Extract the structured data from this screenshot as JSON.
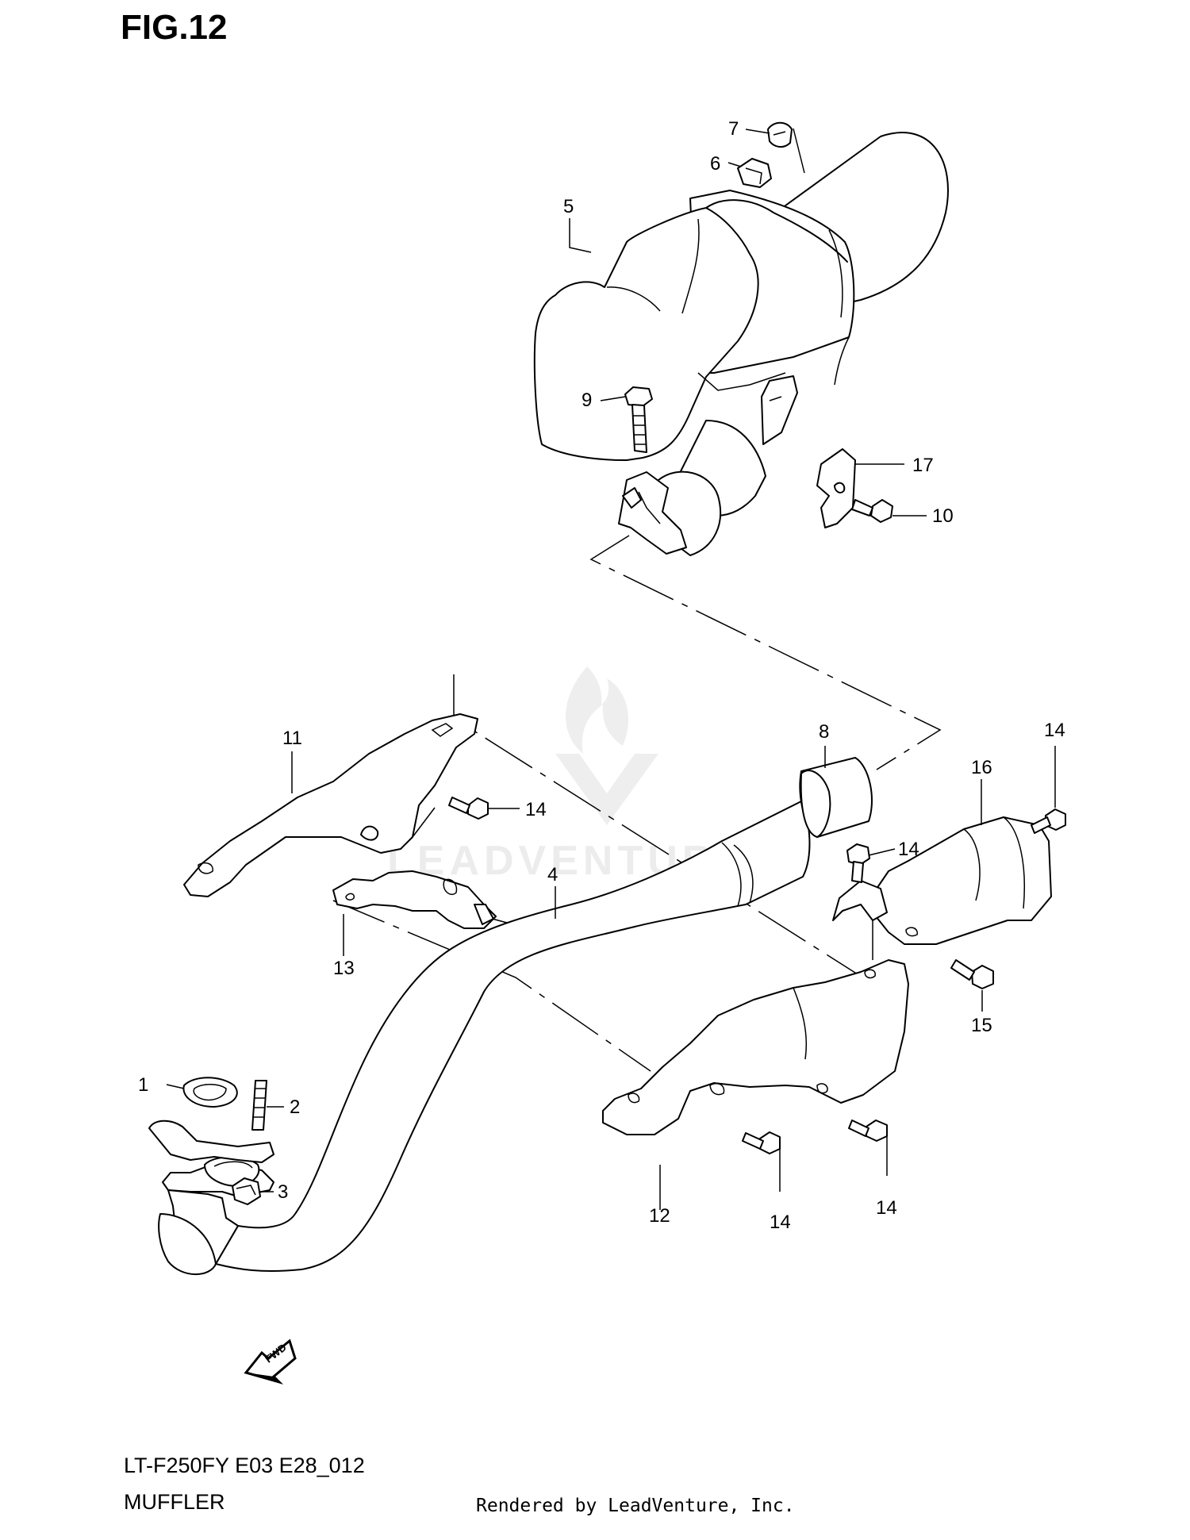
{
  "figure_title": "FIG.12",
  "model_code": "LT-F250FY E03 E28_012",
  "section_name": "MUFFLER",
  "credit": "Rendered by LeadVenture, Inc.",
  "watermark": "LEADVENTURE",
  "fwd_label": "FWD",
  "callouts": [
    {
      "id": "1",
      "label": "1"
    },
    {
      "id": "2",
      "label": "2"
    },
    {
      "id": "3",
      "label": "3"
    },
    {
      "id": "4",
      "label": "4"
    },
    {
      "id": "5",
      "label": "5"
    },
    {
      "id": "6",
      "label": "6"
    },
    {
      "id": "7",
      "label": "7"
    },
    {
      "id": "8",
      "label": "8"
    },
    {
      "id": "9",
      "label": "9"
    },
    {
      "id": "10",
      "label": "10"
    },
    {
      "id": "11",
      "label": "11"
    },
    {
      "id": "12",
      "label": "12"
    },
    {
      "id": "13",
      "label": "13"
    },
    {
      "id": "14a",
      "label": "14"
    },
    {
      "id": "14b",
      "label": "14"
    },
    {
      "id": "14c",
      "label": "14"
    },
    {
      "id": "14d",
      "label": "14"
    },
    {
      "id": "14e",
      "label": "14"
    },
    {
      "id": "15",
      "label": "15"
    },
    {
      "id": "16",
      "label": "16"
    },
    {
      "id": "17",
      "label": "17"
    }
  ]
}
